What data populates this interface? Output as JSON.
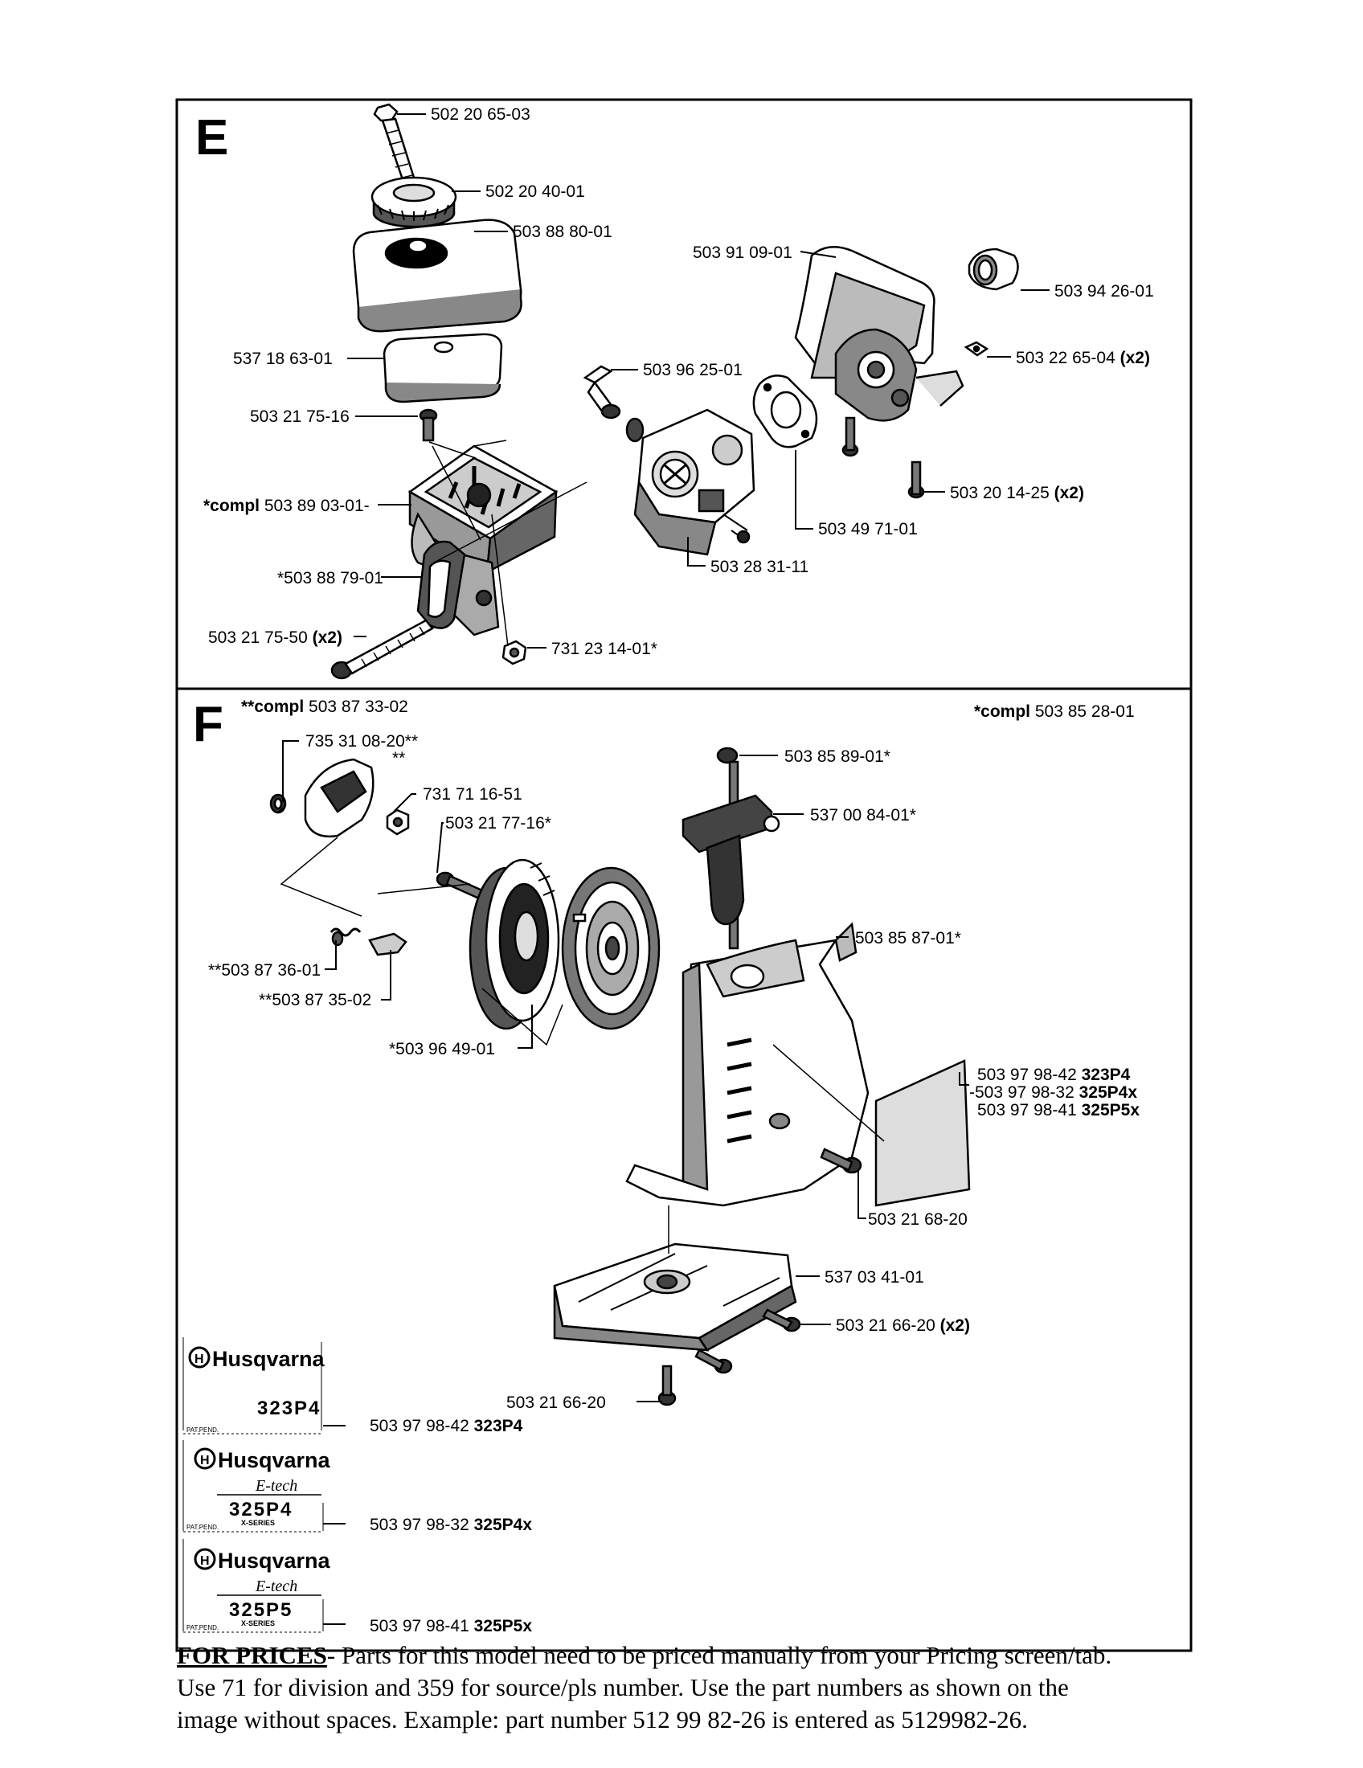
{
  "sections": [
    {
      "letter": "E",
      "parts": [
        {
          "id": "e1",
          "number": "502 20 65-03",
          "qty": ""
        },
        {
          "id": "e2",
          "number": "502 20 40-01",
          "qty": ""
        },
        {
          "id": "e3",
          "number": "503 88 80-01",
          "qty": ""
        },
        {
          "id": "e4",
          "number": "537 18 63-01",
          "qty": ""
        },
        {
          "id": "e5",
          "number": "503 21 75-16",
          "qty": ""
        },
        {
          "id": "e6",
          "prefix": "*compl",
          "number": "503 89 03-01",
          "qty": ""
        },
        {
          "id": "e7",
          "number": "*503 88 79-01",
          "qty": ""
        },
        {
          "id": "e8",
          "number": "503 21 75-50",
          "qty": "(x2)"
        },
        {
          "id": "e9",
          "number": "731 23 14-01*",
          "qty": ""
        },
        {
          "id": "e10",
          "number": "503 96 25-01",
          "qty": ""
        },
        {
          "id": "e11",
          "number": "503 91 09-01",
          "qty": ""
        },
        {
          "id": "e12",
          "number": "503 94 26-01",
          "qty": ""
        },
        {
          "id": "e13",
          "number": "503 22 65-04",
          "qty": "(x2)"
        },
        {
          "id": "e14",
          "number": "503 20 14-25",
          "qty": "(x2)"
        },
        {
          "id": "e15",
          "number": "503 49 71-01",
          "qty": ""
        },
        {
          "id": "e16",
          "number": "503 28 31-11",
          "qty": ""
        }
      ]
    },
    {
      "letter": "F",
      "compl_left": {
        "prefix": "**compl",
        "number": "503 87 33-02"
      },
      "compl_right": {
        "prefix": "*compl",
        "number": "503 85 28-01"
      },
      "parts": [
        {
          "id": "f1",
          "number": "735 31 08-20**",
          "qty": ""
        },
        {
          "id": "f1b",
          "number": "**",
          "qty": ""
        },
        {
          "id": "f2",
          "number": "731 71 16-51",
          "qty": ""
        },
        {
          "id": "f3",
          "number": "503 21 77-16*",
          "qty": ""
        },
        {
          "id": "f4",
          "number": "**503 87 36-01",
          "qty": ""
        },
        {
          "id": "f5",
          "number": "**503 87 35-02",
          "qty": ""
        },
        {
          "id": "f6",
          "number": "*503 96 49-01",
          "qty": ""
        },
        {
          "id": "f7",
          "number": "503 85 89-01*",
          "qty": ""
        },
        {
          "id": "f8",
          "number": "537 00 84-01*",
          "qty": ""
        },
        {
          "id": "f9",
          "number": "503 85 87-01*",
          "qty": ""
        },
        {
          "id": "f10",
          "number": "503 97 98-42",
          "qty": "323P4"
        },
        {
          "id": "f11",
          "number": "503 97 98-32",
          "qty": "325P4x"
        },
        {
          "id": "f12",
          "number": "503 97 98-41",
          "qty": "325P5x"
        },
        {
          "id": "f13",
          "number": "503 21 68-20",
          "qty": ""
        },
        {
          "id": "f14",
          "number": "537 03 41-01",
          "qty": ""
        },
        {
          "id": "f15",
          "number": "503 21 66-20",
          "qty": "(x2)"
        },
        {
          "id": "f16",
          "number": "503 21 66-20",
          "qty": ""
        }
      ]
    }
  ],
  "decals": [
    {
      "brand": "Husqvarna",
      "tagline": "",
      "model": "323P4",
      "series": "",
      "pat": "PAT.PEND.",
      "part": "503 97 98-42",
      "model_ref": "323P4"
    },
    {
      "brand": "Husqvarna",
      "tagline": "E-tech",
      "model": "325P4",
      "series": "X-SERIES",
      "pat": "PAT.PEND.",
      "part": "503 97 98-32",
      "model_ref": "325P4x"
    },
    {
      "brand": "Husqvarna",
      "tagline": "E-tech",
      "model": "325P5",
      "series": "X-SERIES",
      "pat": "PAT.PEND.",
      "part": "503 97 98-41",
      "model_ref": "325P5x"
    }
  ],
  "footer": {
    "heading": "FOR PRICES",
    "line1": "- Parts for this model need to be priced manually from your Pricing screen/tab.",
    "line2": "Use 71 for division and 359 for source/pls number.   Use the part numbers as shown on the",
    "line3": "image without spaces.  Example: part number 512 99 82-26 is entered as 5129982-26."
  }
}
